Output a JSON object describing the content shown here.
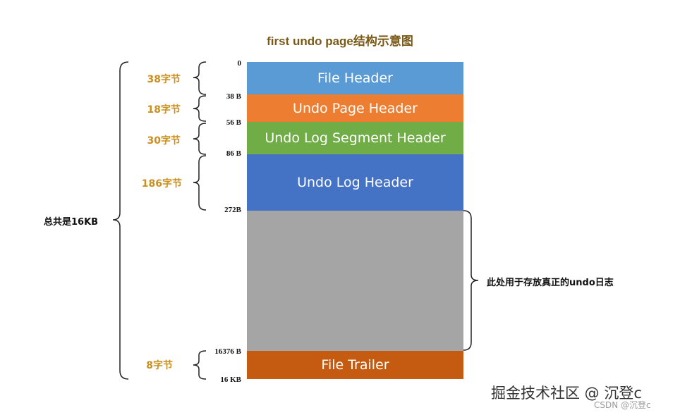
{
  "title": "first undo page结构示意图",
  "segments": [
    {
      "label": "File Header",
      "color": "#5b9bd5"
    },
    {
      "label": "Undo Page Header",
      "color": "#ed7d31"
    },
    {
      "label": "Undo Log Segment Header",
      "color": "#70ad47"
    },
    {
      "label": "Undo Log Header",
      "color": "#4472c4"
    },
    {
      "label": "",
      "color": "#a5a5a5"
    },
    {
      "label": "File Trailer",
      "color": "#c55a11"
    }
  ],
  "offsets": [
    "0",
    "38 B",
    "56 B",
    "86 B",
    "272B",
    "16376 B",
    "16 KB"
  ],
  "sizes": [
    "38字节",
    "18字节",
    "30字节",
    "186字节",
    "8字节"
  ],
  "total_label": "总共是16KB",
  "body_label": "此处用于存放真正的undo日志",
  "watermark": "掘金技术社区 @ 沉登c",
  "watermark_sub": "CSDN @沉登c"
}
